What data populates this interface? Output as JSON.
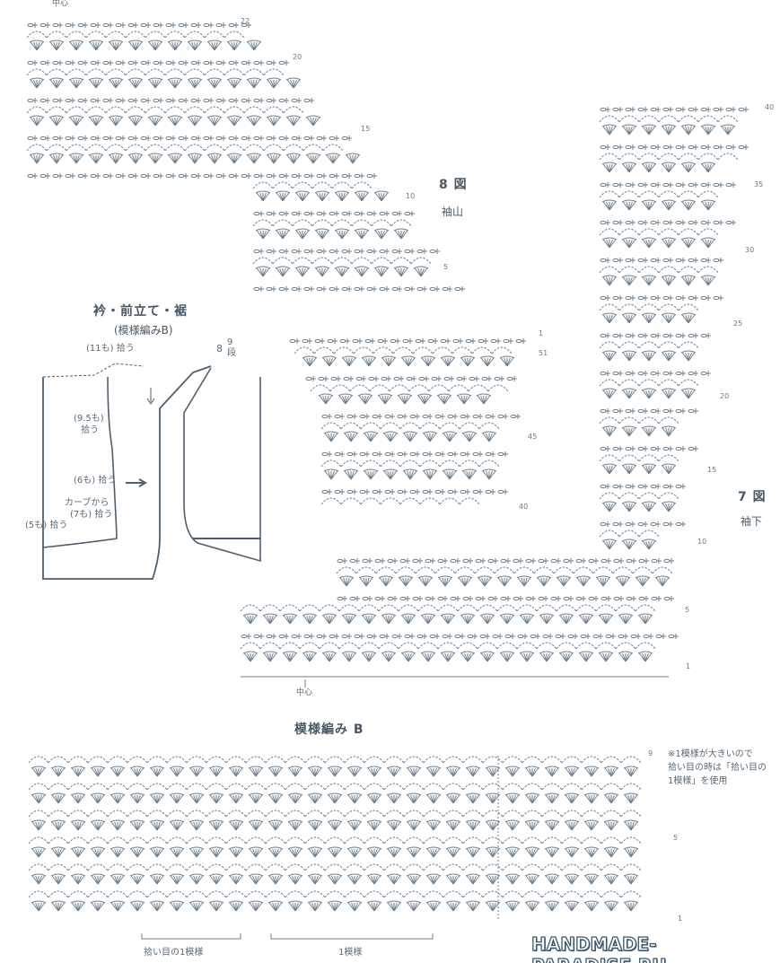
{
  "labels": {
    "center_top": "中心",
    "center_bottom": "中心",
    "fig8_title": "8 図",
    "fig8_sub": "袖山",
    "fig7_title": "7 図",
    "fig7_sub": "袖下",
    "vest_title": "衿・前立て・裾",
    "vest_sub": "(模様編みB)",
    "pick_11": "(11も) 拾う",
    "pick_95": "(9.5も)",
    "pick_95b": "拾う",
    "pick_6": "(6も) 拾う",
    "curve_from": "カーブから",
    "pick_7": "(7も) 拾う",
    "pick_5": "(5も) 拾う",
    "rows_8": "8",
    "rows_9": "9",
    "rows_dan": "段",
    "patternB_title": "模様編み B",
    "note_line1": "※1模様が大きいので",
    "note_line2": "拾い目の時は「拾い目の",
    "note_line3": "1模様」を使用",
    "pick_one_repeat": "拾い目の1模様",
    "one_repeat": "1模様"
  },
  "row_numbers": {
    "fig8_upper": [
      "22",
      "20",
      "15",
      "10",
      "5",
      "1"
    ],
    "fig8_lower": [
      "51",
      "45",
      "40"
    ],
    "fig7": [
      "40",
      "35",
      "30",
      "25",
      "20",
      "15",
      "10",
      "5",
      "1"
    ],
    "patternB": [
      "9",
      "5",
      "1"
    ]
  },
  "watermark": "HANDMADE-PARADISE.RU",
  "colors": {
    "ink": "#5a6a78",
    "stitch": "#6f7f8d",
    "watermark_stroke": "#3b5870"
  }
}
